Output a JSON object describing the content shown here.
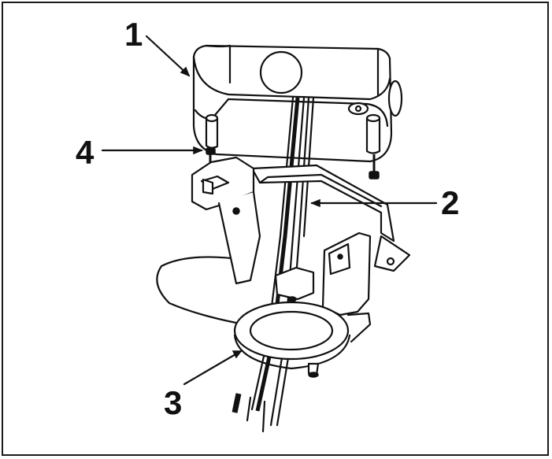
{
  "callouts": [
    {
      "label": "1"
    },
    {
      "label": "2"
    },
    {
      "label": "3"
    },
    {
      "label": "4"
    }
  ],
  "colors": {
    "ink": "#111111",
    "background": "#ffffff"
  }
}
